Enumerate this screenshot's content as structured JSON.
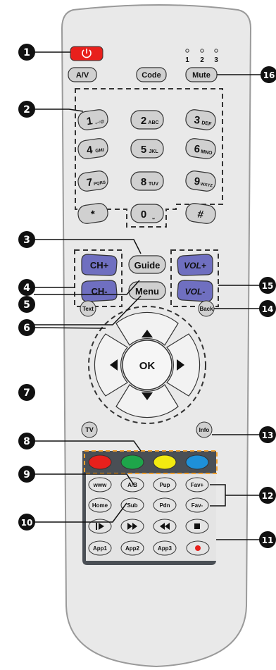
{
  "colors": {
    "body": "#e9e9e9",
    "body_stroke": "#9a9a9a",
    "key": "#d0d0d0",
    "key_stroke": "#333333",
    "ch_vol": "#6f6fc0",
    "power": "#e8201c",
    "dark_panel": "#4a4f55",
    "dashed": "#333333",
    "orange_dashed": "#f0a030",
    "red": "#e8201c",
    "green": "#1ea54a",
    "yellow": "#f2ea10",
    "blue": "#1e90d8",
    "callout": "#111111"
  },
  "leds": {
    "labels": [
      "1",
      "2",
      "3"
    ]
  },
  "top_row": {
    "av": "A/V",
    "code": "Code",
    "mute": "Mute"
  },
  "numpad": [
    {
      "main": "1",
      "sub": ".,-:@"
    },
    {
      "main": "2",
      "sub": "ABC"
    },
    {
      "main": "3",
      "sub": "DEF"
    },
    {
      "main": "4",
      "sub": "GHI"
    },
    {
      "main": "5",
      "sub": "JKL"
    },
    {
      "main": "6",
      "sub": "MNO"
    },
    {
      "main": "7",
      "sub": "PQRS"
    },
    {
      "main": "8",
      "sub": "TUV"
    },
    {
      "main": "9",
      "sub": "WXYZ"
    },
    {
      "main": "*",
      "sub": ""
    },
    {
      "main": "0",
      "sub": "⎵"
    },
    {
      "main": "#",
      "sub": ""
    }
  ],
  "mid": {
    "guide": "Guide",
    "menu": "Menu",
    "ch_up": "CH+",
    "ch_down": "CH-",
    "vol_up": "VOL+",
    "vol_down": "VOL-",
    "text": "Text",
    "back": "Back"
  },
  "nav": {
    "ok": "OK",
    "tv": "TV",
    "info": "Info"
  },
  "panel": {
    "row1": [
      "www",
      "A/B",
      "Pup",
      "Fav+"
    ],
    "row2": [
      "Home",
      "Sub",
      "Pdn",
      "Fav-"
    ],
    "row4": [
      "App1",
      "App2",
      "App3"
    ]
  },
  "callouts": [
    "1",
    "2",
    "3",
    "4",
    "5",
    "6",
    "7",
    "8",
    "9",
    "10",
    "11",
    "12",
    "13",
    "14",
    "15",
    "16"
  ]
}
